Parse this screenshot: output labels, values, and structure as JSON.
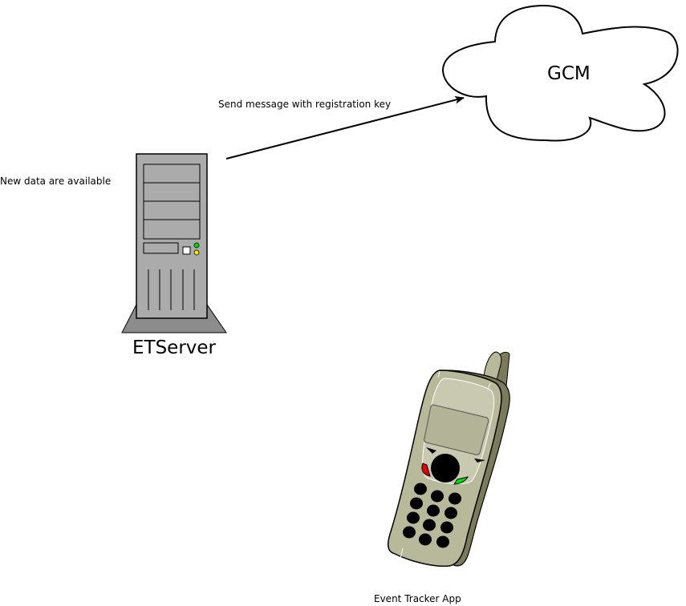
{
  "diagram": {
    "nodes": {
      "cloud": {
        "label": "GCM"
      },
      "server": {
        "label": "ETServer"
      },
      "phone": {
        "label": "Event Tracker App"
      }
    },
    "annotations": {
      "new_data": "New data are available",
      "send_message": "Send message with registration key"
    },
    "edges": [
      {
        "from": "server",
        "to": "cloud",
        "label": "Send message with registration key"
      }
    ],
    "colors": {
      "stroke": "#000000",
      "server_gray": "#ababab",
      "server_base": "#8c8c8c",
      "phone_body": "#b8b89a",
      "phone_dark": "#7b7b5c",
      "red_key": "#dd0000",
      "green_key": "#00dd00"
    }
  }
}
